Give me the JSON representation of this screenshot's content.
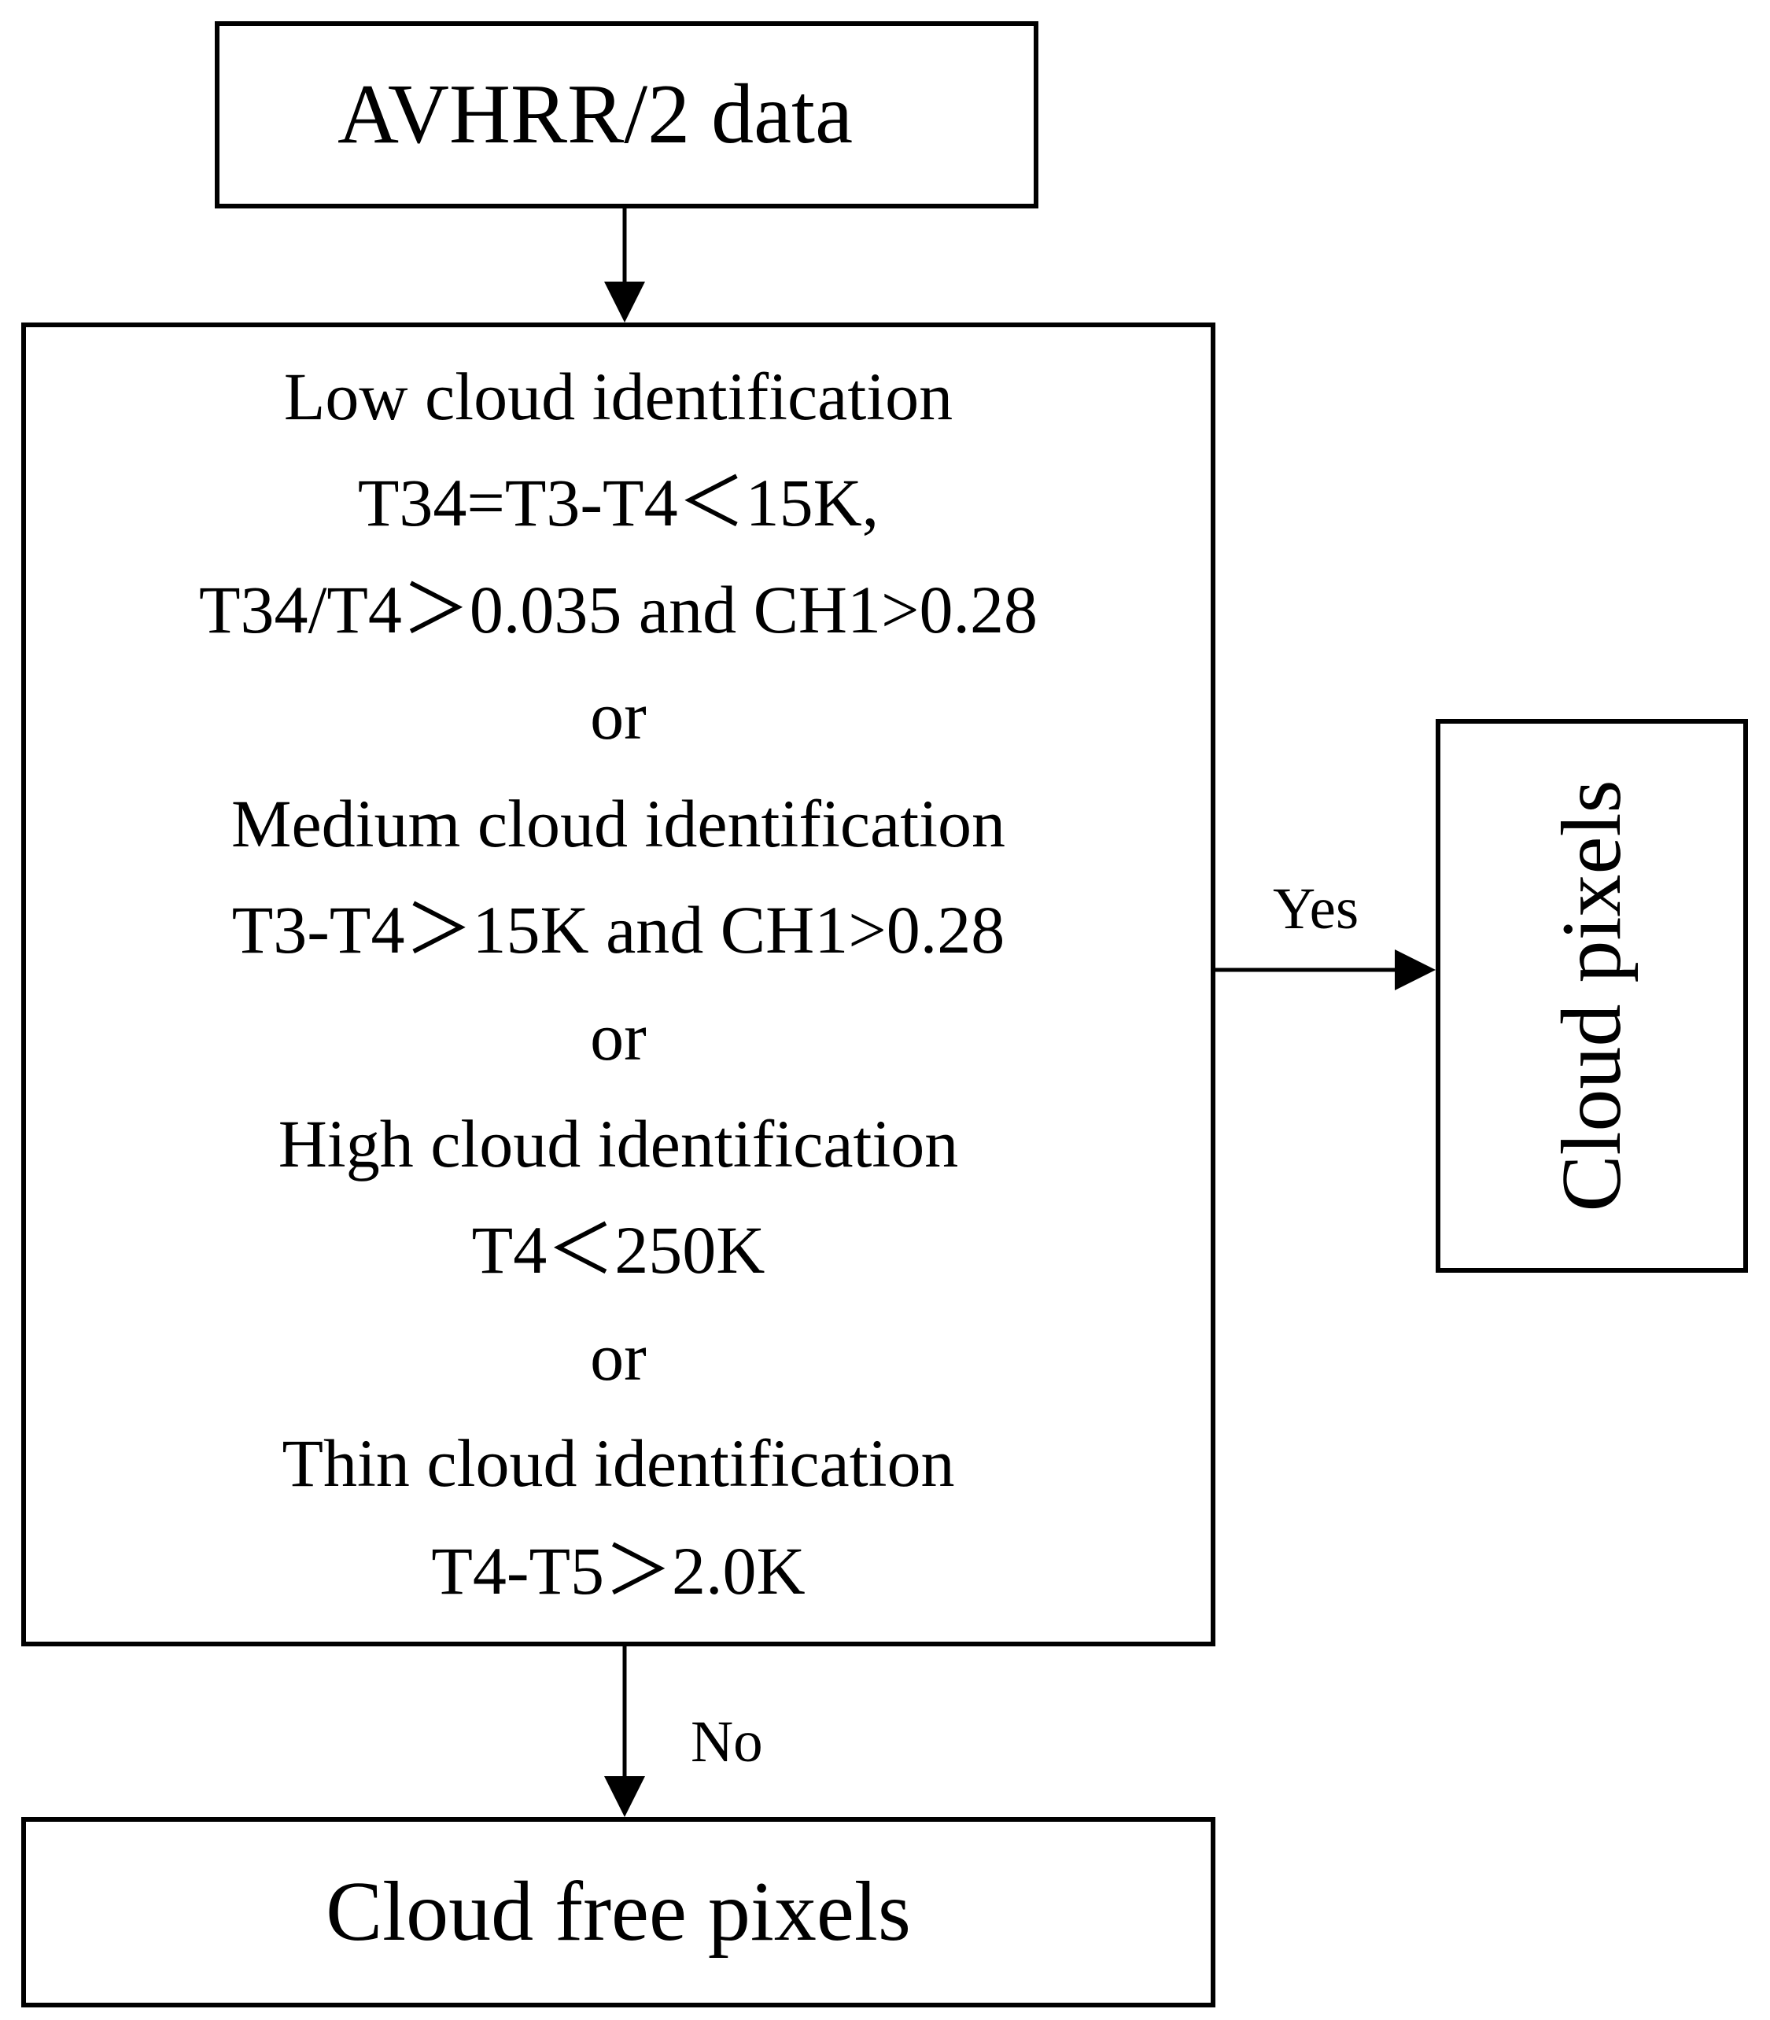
{
  "nodes": {
    "input": {
      "label": "AVHRR/2 data"
    },
    "criteria": {
      "lines": [
        "Low cloud identification",
        "T34=T3-T4＜15K,",
        "T34/T4＞0.035 and CH1>0.28",
        "or",
        "Medium cloud identification",
        "T3-T4＞15K and CH1>0.28",
        "or",
        "High cloud identification",
        "T4＜250K",
        "or",
        "Thin cloud identification",
        "T4-T5＞2.0K"
      ]
    },
    "yes_output": {
      "label": "Cloud pixels"
    },
    "no_output": {
      "label": "Cloud free pixels"
    }
  },
  "edges": {
    "yes": {
      "label": "Yes"
    },
    "no": {
      "label": "No"
    }
  },
  "colors": {
    "stroke": "#000000",
    "background": "#ffffff"
  }
}
